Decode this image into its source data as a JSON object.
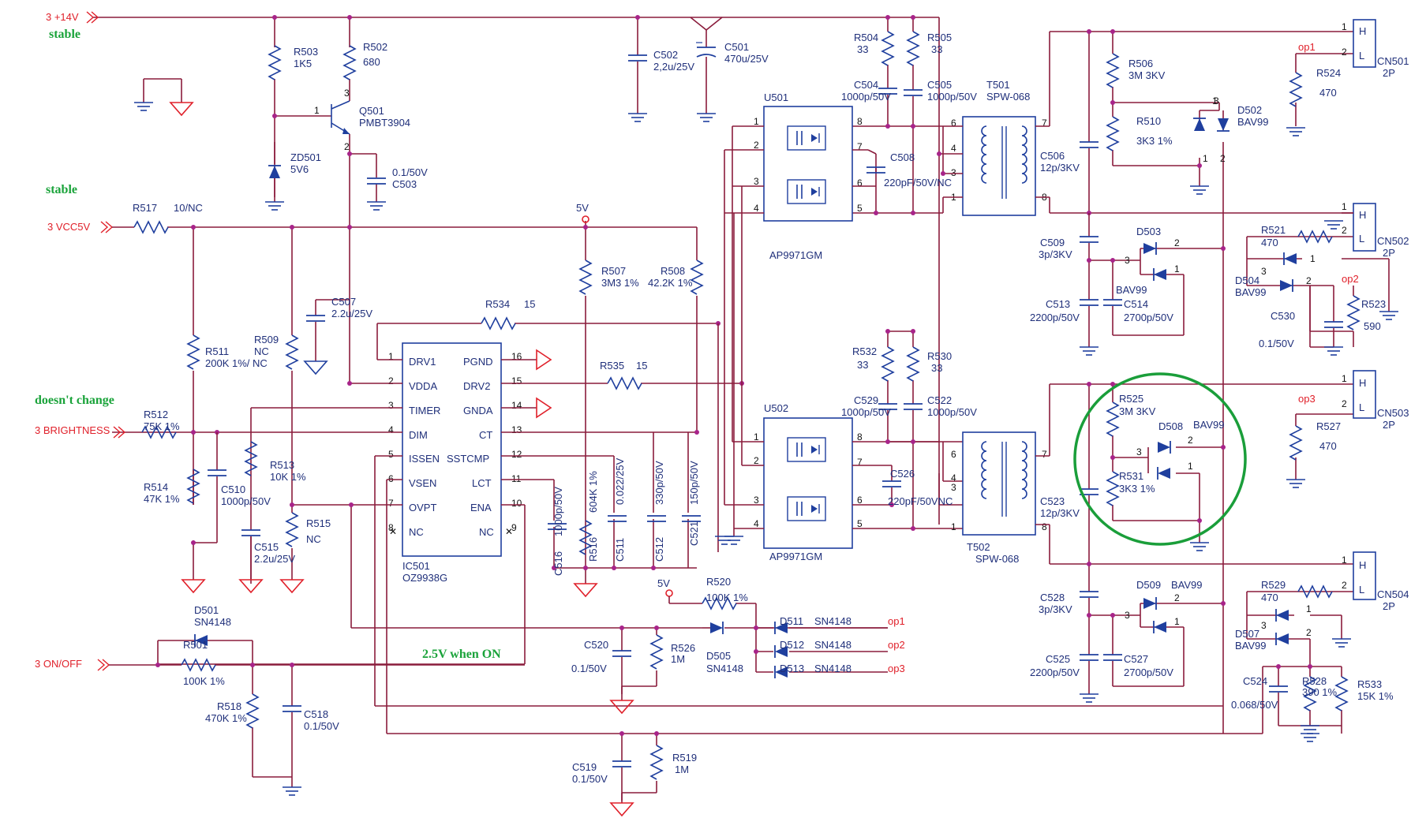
{
  "inputs": {
    "p14v": "3 +14V",
    "vcc5v": "3 VCC5V",
    "brightness": "3 BRIGHTNESS",
    "onoff": "3  ON/OFF"
  },
  "annotations": {
    "stable1": "stable",
    "stable2": "stable",
    "doesnt_change": "doesn't change",
    "on_voltage": "2.5V when ON"
  },
  "rails": {
    "v5_a": "5V",
    "v5_b": "5V"
  },
  "ic501": {
    "ref": "IC501",
    "part": "OZ9938G",
    "pins_left": [
      {
        "num": "1",
        "name": "DRV1"
      },
      {
        "num": "2",
        "name": "VDDA"
      },
      {
        "num": "3",
        "name": "TIMER"
      },
      {
        "num": "4",
        "name": "DIM"
      },
      {
        "num": "5",
        "name": "ISSEN"
      },
      {
        "num": "6",
        "name": "VSEN"
      },
      {
        "num": "7",
        "name": "OVPT"
      },
      {
        "num": "8",
        "name": "NC"
      }
    ],
    "pins_right": [
      {
        "num": "16",
        "name": "PGND"
      },
      {
        "num": "15",
        "name": "DRV2"
      },
      {
        "num": "14",
        "name": "GNDA"
      },
      {
        "num": "13",
        "name": "CT"
      },
      {
        "num": "12",
        "name": "SSTCMP"
      },
      {
        "num": "11",
        "name": "LCT"
      },
      {
        "num": "10",
        "name": "ENA"
      },
      {
        "num": "9",
        "name": "NC"
      }
    ]
  },
  "mosfets": [
    {
      "ref": "U501",
      "part": "AP9971GM",
      "pins": [
        "1",
        "2",
        "3",
        "4",
        "8",
        "7",
        "6",
        "5"
      ]
    },
    {
      "ref": "U502",
      "part": "AP9971GM",
      "pins": [
        "1",
        "2",
        "3",
        "4",
        "8",
        "7",
        "6",
        "5"
      ]
    }
  ],
  "transformers": [
    {
      "ref": "T501",
      "part": "SPW-068",
      "pins": [
        "6",
        "4",
        "3",
        "1",
        "7",
        "8"
      ]
    },
    {
      "ref": "T502",
      "part": "SPW-068",
      "pins": [
        "6",
        "4",
        "3",
        "1",
        "7",
        "8"
      ]
    }
  ],
  "connectors": [
    {
      "ref": "CN501",
      "type": "2P",
      "pin1": "1",
      "pin2": "2",
      "h": "H",
      "l": "L",
      "op": "op1"
    },
    {
      "ref": "CN502",
      "type": "2P",
      "pin1": "1",
      "pin2": "2",
      "h": "H",
      "l": "L",
      "op": "op2"
    },
    {
      "ref": "CN503",
      "type": "2P",
      "pin1": "1",
      "pin2": "2",
      "h": "H",
      "l": "L",
      "op": "op3"
    },
    {
      "ref": "CN504",
      "type": "2P",
      "pin1": "1",
      "pin2": "2",
      "h": "H",
      "l": "L",
      "op": ""
    }
  ],
  "q501": {
    "ref": "Q501",
    "part": "PMBT3904",
    "b": "1",
    "c": "3",
    "e": "2"
  },
  "labels": {
    "r503": "R503",
    "r503v": "1K5",
    "r502": "R502",
    "r502v": "680",
    "zd501": "ZD501",
    "zd501v": "5V6",
    "c503v": "0.1/50V",
    "c503": "C503",
    "c502": "C502",
    "c502v": "2,2u/25V",
    "c501": "C501",
    "c501v": "470u/25V",
    "r504": "R504",
    "r504v": "33",
    "r505": "R505",
    "r505v": "33",
    "c504": "C504",
    "c504v": "1000p/50V",
    "c505": "C505",
    "c505v": "1000p/50V",
    "c508": "C508",
    "c508v": "220pF/50V/NC",
    "c506": "C506",
    "c506v": "12p/3KV",
    "r506": "R506",
    "r506v": "3M 3KV",
    "r510": "R510",
    "r510v": "3K3 1%",
    "d502": "D502",
    "d502v": "BAV99",
    "r524": "R524",
    "r524v": "470",
    "r517": "R517",
    "r517v": "10/NC",
    "r507": "R507",
    "r507v": "3M3 1%",
    "r508": "R508",
    "r508v": "42.2K 1%",
    "c507": "C507",
    "c507v": "2.2u/25V",
    "r534": "R534",
    "r534v": "15",
    "r535": "R535",
    "r535v": "15",
    "r511": "R511",
    "r511v": "200K 1%/ NC",
    "r509": "R509",
    "r509v": "NC",
    "r512": "R512",
    "r512v": "75K 1%",
    "r513": "R513",
    "r513v": "10K 1%",
    "r514": "R514",
    "r514v": "47K 1%",
    "c510": "C510",
    "c510v": "1000p/50V",
    "r515": "R515",
    "r515v": "NC",
    "c515": "C515",
    "c515v": "2.2u/25V",
    "c516": "C516",
    "c516v": "1000p/50V",
    "r516": "R516",
    "r516v": "604K 1%",
    "c511": "C511",
    "c511v": "0.022/25V",
    "c512": "C512",
    "c512v": "330p/50V",
    "c521": "C521",
    "c521v": "150p/50V",
    "c509": "C509",
    "c509v": "3p/3KV",
    "d503": "D503",
    "c513": "C513",
    "c513v": "2200p/50V",
    "c514": "C514",
    "c514v": "2700p/50V",
    "bav99a": "BAV99",
    "r521": "R521",
    "r521v": "470",
    "d504": "D504",
    "d504v": "BAV99",
    "r523": "R523",
    "r523v": "590",
    "c530": "C530",
    "c530v": "0.1/50V",
    "r532": "R532",
    "r532v": "33",
    "r530": "R530",
    "r530v": "33",
    "c529": "C529",
    "c529v": "1000p/50V",
    "c522": "C522",
    "c522v": "1000p/50V",
    "c526": "C526",
    "c526v": "220pF/50VNC",
    "r525": "R525",
    "r525v": "3M 3KV",
    "d508": "D508",
    "d508v": "BAV99",
    "r531": "R531",
    "r531v": "3K3 1%",
    "c523": "C523",
    "c523v": "12p/3KV",
    "r527": "R527",
    "r527v": "470",
    "r520": "R520",
    "r520v": "100K 1%",
    "d511": "D511",
    "d511v": "SN4148",
    "d512": "D512",
    "d512v": "SN4148",
    "d513": "D513",
    "d513v": "SN4148",
    "op1": "op1",
    "op2": "op2",
    "op3": "op3",
    "c520": "C520",
    "c520v": "0.1/50V",
    "r526": "R526",
    "r526v": "1M",
    "d505": "D505",
    "d505v": "SN4148",
    "c528": "C528",
    "c528v": "3p/3KV",
    "d509": "D509",
    "d509v": "BAV99",
    "c525": "C525",
    "c525v": "2200p/50V",
    "c527": "C527",
    "c527v": "2700p/50V",
    "r529": "R529",
    "r529v": "470",
    "d507": "D507",
    "d507v": "BAV99",
    "c524": "C524",
    "c524v": "0.068/50V",
    "r528": "R528",
    "r528v": "390 1%",
    "r533": "R533",
    "r533v": "15K 1%",
    "d501": "D501",
    "d501v": "SN4148",
    "r501": "R501",
    "r501v": "100K 1%",
    "r518": "R518",
    "r518v": "470K 1%",
    "c518": "C518",
    "c518v": "0.1/50V",
    "c519": "C519",
    "c519v": "0.1/50V",
    "r519": "R519",
    "r519v": "1M"
  },
  "colors": {
    "wire": "#8a1c3c",
    "component": "#1f3f9e",
    "junction": "#a8248a",
    "net_label": "#e0202a",
    "annotation": "#1aa33a",
    "highlight_circle": "#1a9e3a"
  }
}
